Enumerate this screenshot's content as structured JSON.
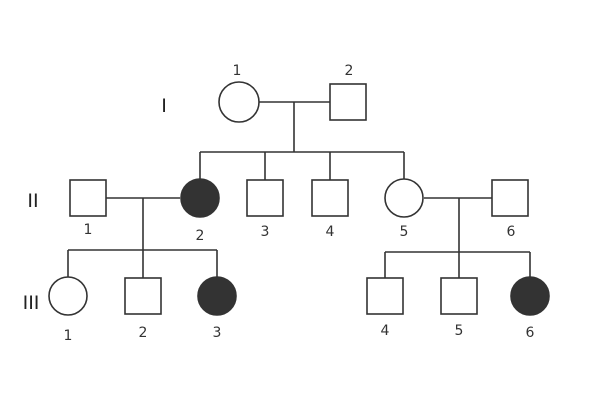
{
  "pedigree": {
    "colors": {
      "line": "#333333",
      "affected_fill": "#333333",
      "unaffected_fill": "#ffffff"
    },
    "generations": [
      {
        "label": "I",
        "members": [
          {
            "number": "1",
            "sex": "female",
            "affected": false
          },
          {
            "number": "2",
            "sex": "male",
            "affected": false
          }
        ]
      },
      {
        "label": "II",
        "members": [
          {
            "number": "1",
            "sex": "male",
            "affected": false
          },
          {
            "number": "2",
            "sex": "female",
            "affected": true
          },
          {
            "number": "3",
            "sex": "male",
            "affected": false
          },
          {
            "number": "4",
            "sex": "male",
            "affected": false
          },
          {
            "number": "5",
            "sex": "female",
            "affected": false
          },
          {
            "number": "6",
            "sex": "male",
            "affected": false
          }
        ]
      },
      {
        "label": "III",
        "members": [
          {
            "number": "1",
            "sex": "female",
            "affected": false
          },
          {
            "number": "2",
            "sex": "male",
            "affected": false
          },
          {
            "number": "3",
            "sex": "female",
            "affected": true
          },
          {
            "number": "4",
            "sex": "male",
            "affected": false
          },
          {
            "number": "5",
            "sex": "male",
            "affected": false
          },
          {
            "number": "6",
            "sex": "female",
            "affected": true
          }
        ]
      }
    ]
  }
}
